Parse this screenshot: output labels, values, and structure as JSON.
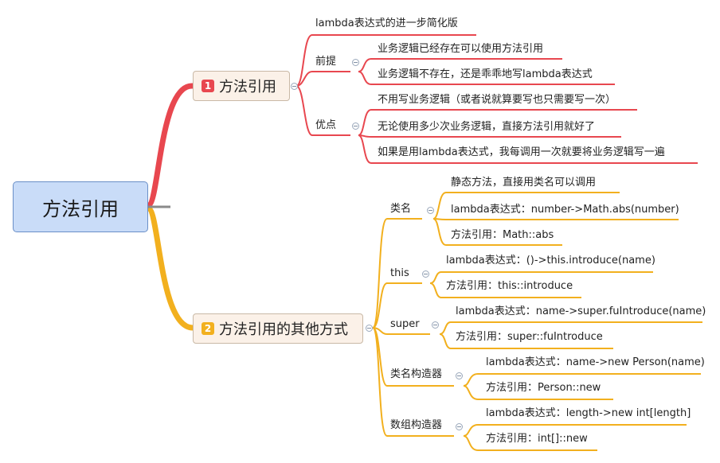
{
  "root": {
    "label": "方法引用"
  },
  "branch1": {
    "badge": "1",
    "label": "方法引用",
    "intro": "lambda表达式的进一步简化版",
    "premise": {
      "label": "前提",
      "items": [
        "业务逻辑已经存在可以使用方法引用",
        "业务逻辑不存在，还是乖乖地写lambda表达式"
      ]
    },
    "advantages": {
      "label": "优点",
      "items": [
        "不用写业务逻辑（或者说就算要写也只需要写一次）",
        "无论使用多少次业务逻辑，直接方法引用就好了",
        "如果是用lambda表达式，我每调用一次就要将业务逻辑写一遍"
      ]
    }
  },
  "branch2": {
    "badge": "2",
    "label": "方法引用的其他方式",
    "classname": {
      "label": "类名",
      "items": [
        "静态方法，直接用类名可以调用",
        "lambda表达式：number->Math.abs(number)",
        "方法引用：Math::abs"
      ]
    },
    "this": {
      "label": "this",
      "items": [
        "lambda表达式：()->this.introduce(name)",
        "方法引用：this::introduce"
      ]
    },
    "super": {
      "label": "super",
      "items": [
        "lambda表达式：name->super.fuIntroduce(name)",
        "方法引用：super::fuIntroduce"
      ]
    },
    "constructor": {
      "label": "类名构造器",
      "items": [
        "lambda表达式：name->new Person(name)",
        "方法引用：Person::new"
      ]
    },
    "array_constructor": {
      "label": "数组构造器",
      "items": [
        "lambda表达式：length->new int[length]",
        "方法引用：int[]::new"
      ]
    }
  },
  "colors": {
    "red": "#e8474f",
    "orange": "#f2b01e",
    "root_fill": "#c9dcf8",
    "branch_fill": "#fbf1e8"
  }
}
